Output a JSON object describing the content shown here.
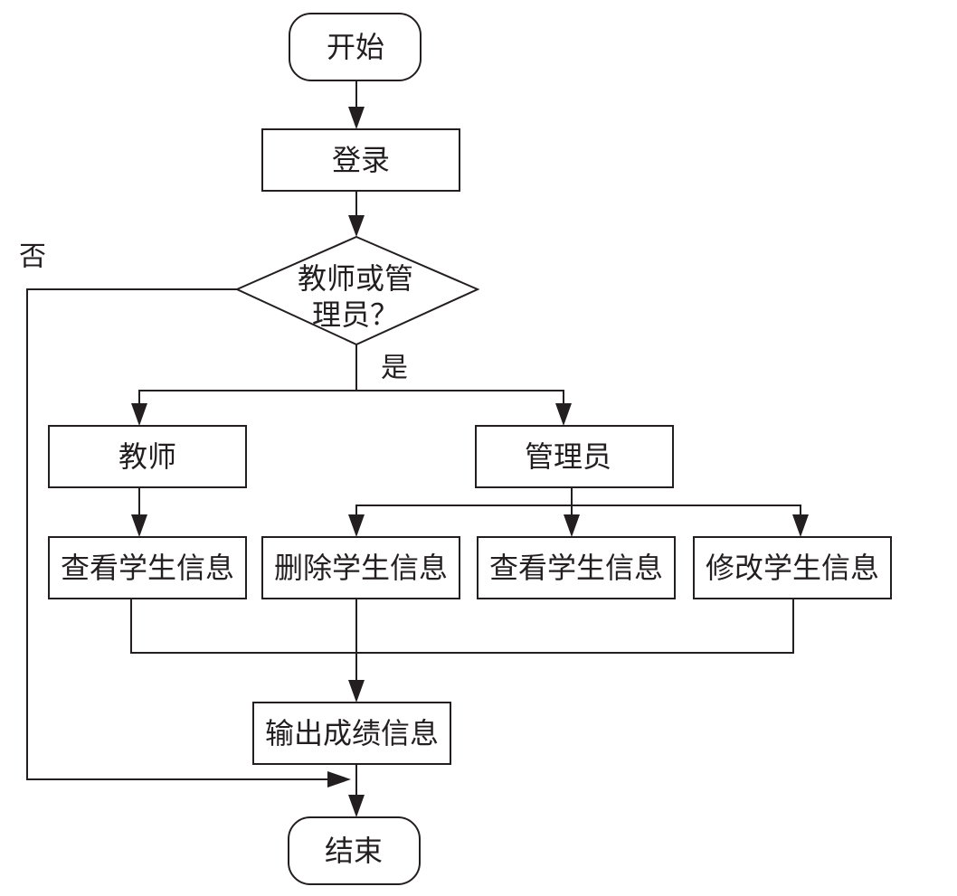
{
  "diagram": {
    "nodes": {
      "start": "开始",
      "login": "登录",
      "decision_line1": "教师或管",
      "decision_line2": "理员？",
      "teacher": "教师",
      "admin": "管理员",
      "teacher_view": "查看学生信息",
      "admin_delete": "删除学生信息",
      "admin_view": "查看学生信息",
      "admin_modify": "修改学生信息",
      "output": "输出成绩信息",
      "end": "结束"
    },
    "edge_labels": {
      "yes": "是",
      "no": "否"
    }
  },
  "colors": {
    "stroke": "#231f20",
    "background": "#ffffff"
  }
}
